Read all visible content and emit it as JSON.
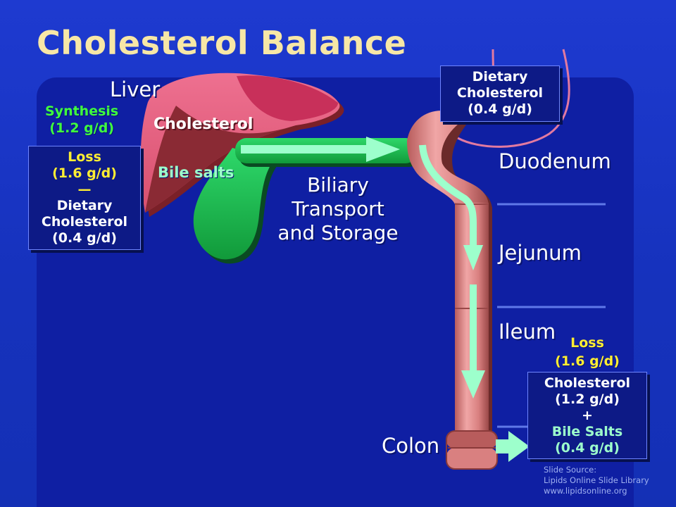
{
  "title": "Cholesterol Balance",
  "liver_label": "Liver",
  "synthesis": {
    "line1": "Synthesis",
    "line2": "(1.2 g/d)"
  },
  "left_box": {
    "line1": "Loss",
    "line2": "(1.6 g/d)",
    "line3": "—",
    "line4": "Dietary",
    "line5": "Cholesterol",
    "line6": "(0.4 g/d)"
  },
  "cholesterol_label": "Cholesterol",
  "bile_salts_label": "Bile salts",
  "biliary": {
    "line1": "Biliary",
    "line2": "Transport",
    "line3": "and Storage"
  },
  "dietary_box": {
    "line1": "Dietary",
    "line2": "Cholesterol",
    "line3": "(0.4 g/d)"
  },
  "segments": {
    "duodenum": "Duodenum",
    "jejunum": "Jejunum",
    "ileum": "Ileum",
    "colon": "Colon"
  },
  "right_loss": {
    "line1": "Loss",
    "line2": "(1.6 g/d)"
  },
  "right_box": {
    "line1": "Cholesterol",
    "line2": "(1.2 g/d)",
    "line3": "+",
    "line4": "Bile Salts",
    "line5": "(0.4 g/d)"
  },
  "source": {
    "line1": "Slide Source:",
    "line2": "Lipids Online Slide Library",
    "line3": "www.lipidsonline.org"
  },
  "colors": {
    "background": "#1533b8",
    "title": "#f7e7a6",
    "liver": "#e05a7a",
    "gallbladder": "#18b84a",
    "intestine": "#d98a8a",
    "arrow": "#9dffcc"
  }
}
